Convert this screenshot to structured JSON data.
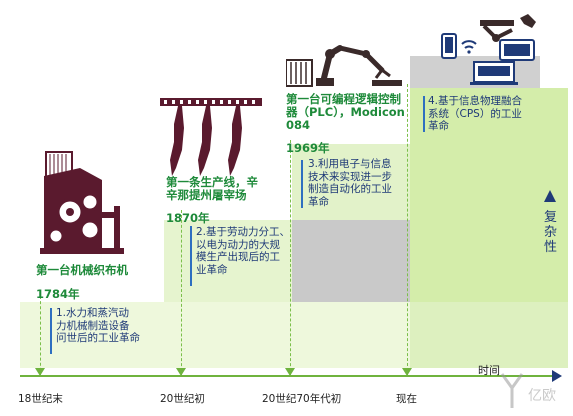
{
  "stages": [
    {
      "title": "第一台机械织布机",
      "year": "1784年",
      "desc": "1.水力和蒸汽动\n力机械制造设备\n问世后的工业革命",
      "icon": "loom-icon"
    },
    {
      "title": "第一条生产线，辛\n辛那提州屠宰场",
      "year": "1870年",
      "desc": "2.基于劳动力分工、\n以电为动力的大规\n模生产出现后的工\n业革命",
      "icon": "conveyor-carcass-icon"
    },
    {
      "title": "第一台可编程逻辑控制\n器（PLC），Modicon\n084",
      "year": "1969年",
      "desc": "3.利用电子与信息\n技术来实现进一步\n制造自动化的工业\n革命",
      "icon": "plc-robot-arm-icon"
    },
    {
      "title": "",
      "year": "",
      "desc": "4.基于信息物理融合\n系统（CPS）的工业\n革命",
      "icon": "cps-devices-icon"
    }
  ],
  "axis": {
    "ticks": [
      "18世纪末",
      "20世纪初",
      "20世纪70年代初",
      "现在"
    ],
    "time_label": "时间",
    "complexity_label": "复\n杂\n性"
  },
  "colors": {
    "green_light": "#eaf6d3",
    "green_mid": "#d4edaa",
    "green_bright": "#c7e88a",
    "gray_band": "#c9c9c9",
    "navy": "#1f3a78",
    "title_green": "#1e8a3a"
  },
  "watermark": "亿欧"
}
